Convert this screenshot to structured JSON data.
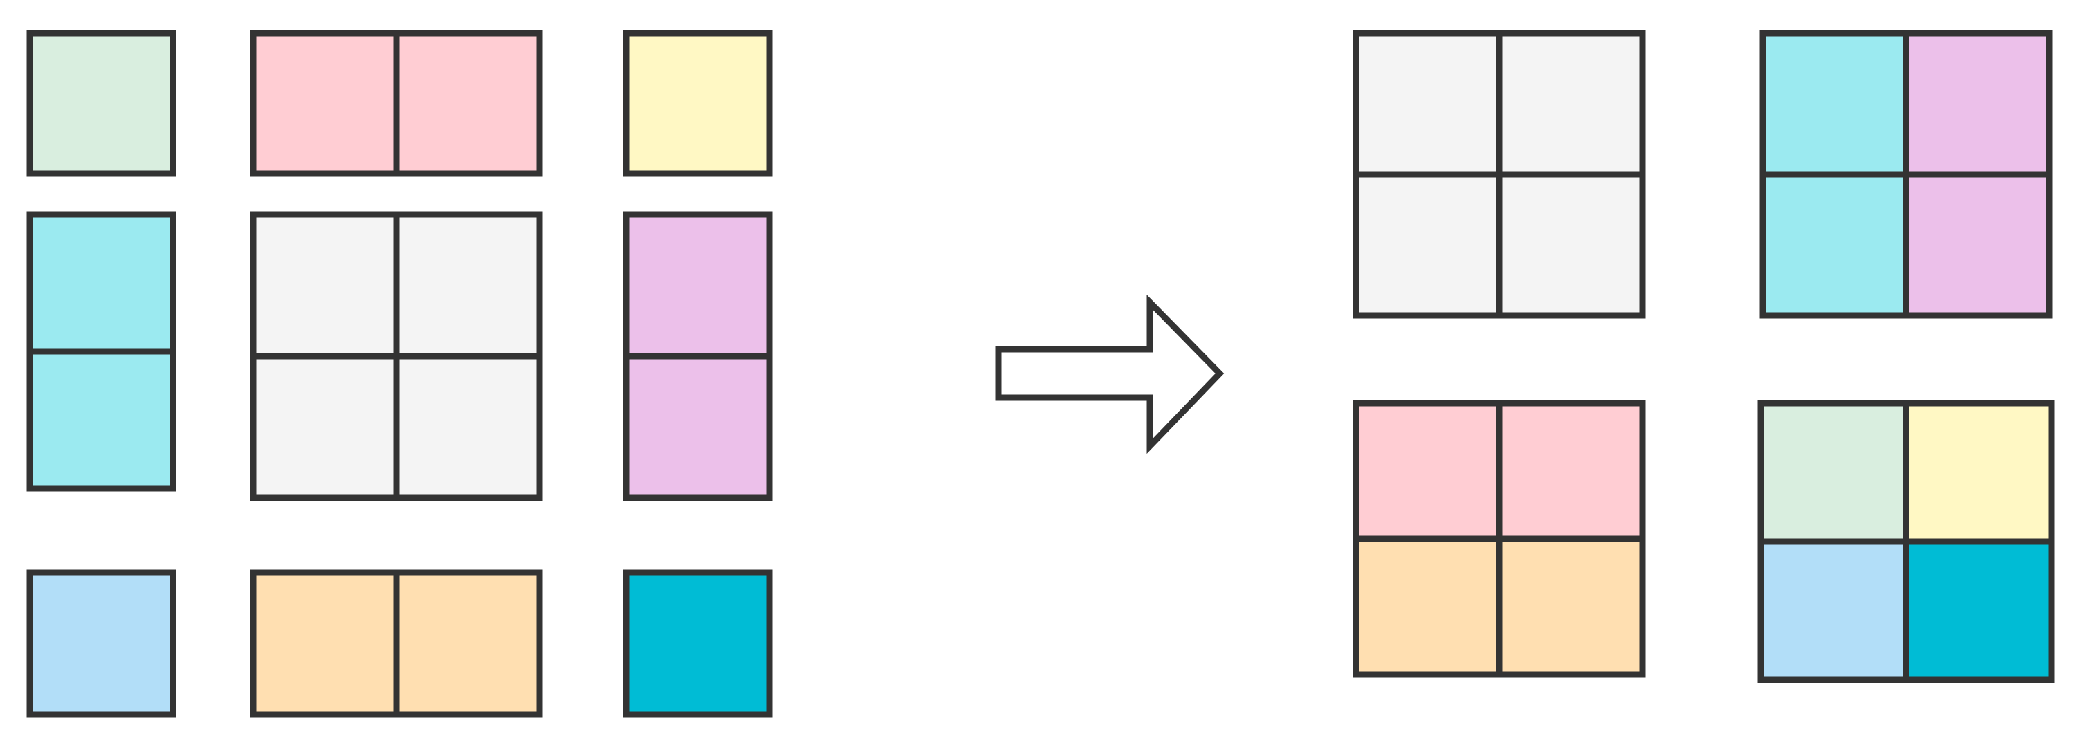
{
  "colors": {
    "stroke": "#333333",
    "light_green": "#d9eedf",
    "pink": "#ffcdd3",
    "yellow": "#fff8c4",
    "cyan": "#9beaf0",
    "light_gray": "#f4f4f4",
    "lavender": "#ecc0ea",
    "light_blue": "#b2def8",
    "peach": "#ffdfb1",
    "teal": "#00bcd5",
    "arrow_fill": "#ffffff"
  },
  "left_pieces": [
    {
      "id": "piece-green",
      "color": "light_green",
      "cells": "1x1"
    },
    {
      "id": "piece-pink",
      "color": "pink",
      "cells": "2x1"
    },
    {
      "id": "piece-yellow",
      "color": "yellow",
      "cells": "1x1"
    },
    {
      "id": "piece-cyan",
      "color": "cyan",
      "cells": "1x2"
    },
    {
      "id": "piece-gray",
      "color": "light_gray",
      "cells": "2x2"
    },
    {
      "id": "piece-lavender",
      "color": "lavender",
      "cells": "1x2"
    },
    {
      "id": "piece-blue",
      "color": "light_blue",
      "cells": "1x1"
    },
    {
      "id": "piece-peach",
      "color": "peach",
      "cells": "2x1"
    },
    {
      "id": "piece-teal",
      "color": "teal",
      "cells": "1x1"
    }
  ],
  "right_blocks": [
    {
      "id": "block-gray",
      "cells": [
        [
          "light_gray",
          "light_gray"
        ],
        [
          "light_gray",
          "light_gray"
        ]
      ]
    },
    {
      "id": "block-cyan-lavender",
      "cells": [
        [
          "cyan",
          "lavender"
        ],
        [
          "cyan",
          "lavender"
        ]
      ]
    },
    {
      "id": "block-pink-peach",
      "cells": [
        [
          "pink",
          "pink"
        ],
        [
          "peach",
          "peach"
        ]
      ]
    },
    {
      "id": "block-mixed",
      "cells": [
        [
          "light_green",
          "yellow"
        ],
        [
          "light_blue",
          "teal"
        ]
      ]
    }
  ],
  "arrow": {
    "direction": "right",
    "icon": "arrow-right-icon"
  }
}
